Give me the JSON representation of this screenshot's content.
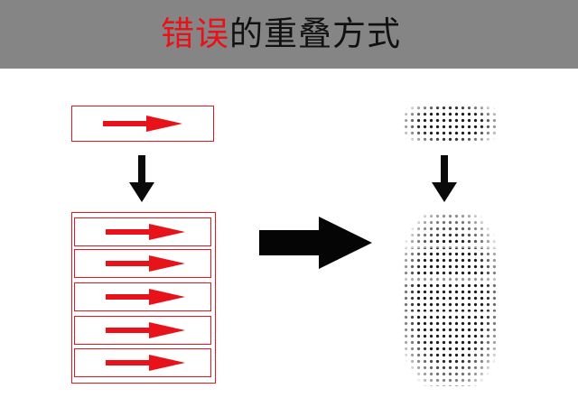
{
  "title": {
    "highlight": "错误",
    "rest": "的重叠方式"
  },
  "colors": {
    "title_bar": "#858585",
    "accent_red": "#e8121a",
    "frame_red": "#e5161e",
    "dark": "#111111"
  },
  "left_panel": {
    "single_rows": 1,
    "stacked_rows": 5,
    "arrow_icon": "right-arrow-icon"
  },
  "right_panel": {
    "pattern": "halftone-dots"
  },
  "connectors": {
    "down_arrow_icon": "down-arrow-icon",
    "transform_arrow_icon": "big-right-arrow-icon"
  }
}
